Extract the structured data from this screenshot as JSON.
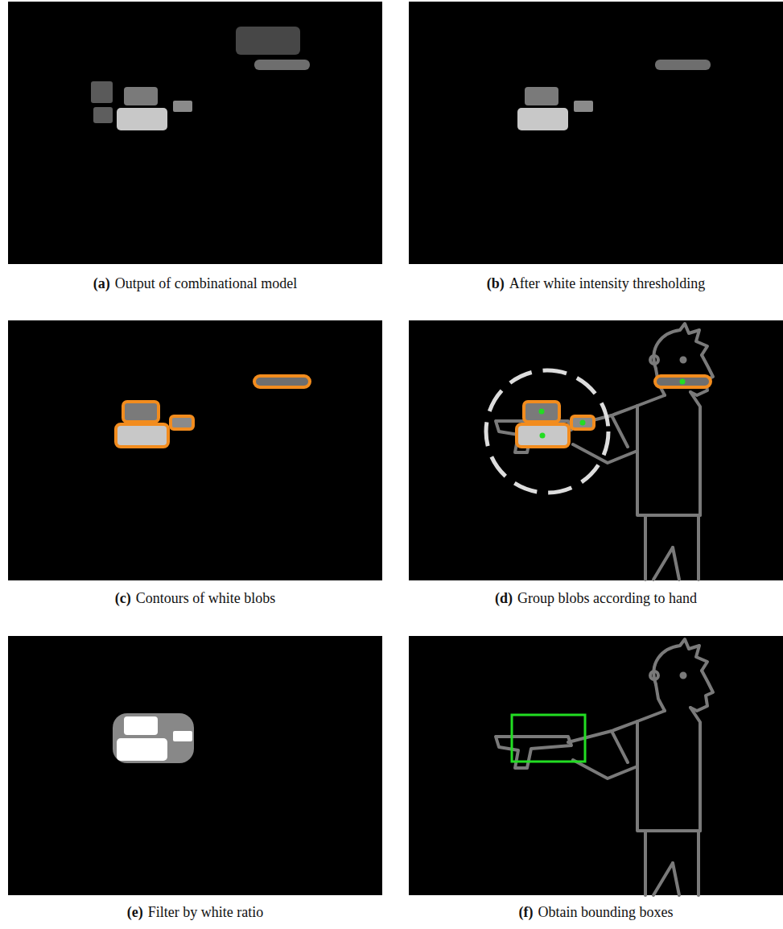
{
  "diagram": {
    "nodes": [
      {
        "text": [
          "(a)",
          "Output of combinational model"
        ]
      },
      {
        "text": [
          "(b)",
          "After white intensity thresholding"
        ]
      },
      {
        "text": [
          "(c)",
          "Contours of white blobs"
        ]
      },
      {
        "text": [
          "(d)",
          "Group blobs according to hand"
        ]
      },
      {
        "text": [
          "(e)",
          "Filter by white ratio"
        ]
      },
      {
        "text": [
          "(f)",
          "Obtain bounding boxes"
        ]
      }
    ]
  }
}
